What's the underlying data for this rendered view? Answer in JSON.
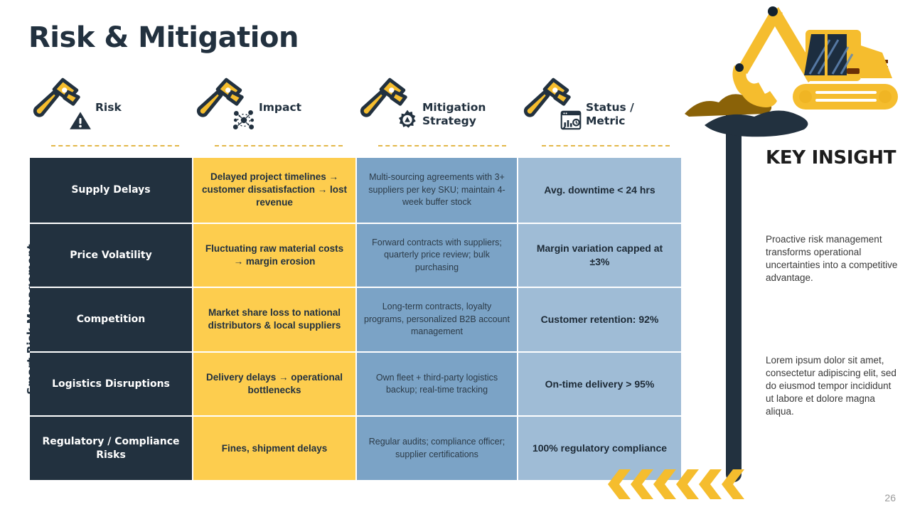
{
  "slide": {
    "title": "Risk & Mitigation",
    "side_label": "Smart Risk Management",
    "page_number": "26",
    "accent_yellow": "#fdcd4e",
    "accent_navy": "#22313f",
    "accent_blue_mid": "#7ba3c6",
    "accent_blue_light": "#9fbcd6"
  },
  "columns": [
    {
      "label": "Risk",
      "icon": "hammer-icon",
      "sub_icon": "warning-triangle-icon"
    },
    {
      "label": "Impact",
      "icon": "hammer-icon",
      "sub_icon": "network-nodes-icon"
    },
    {
      "label": "Mitigation\nStrategy",
      "icon": "hammer-icon",
      "sub_icon": "gear-warning-icon"
    },
    {
      "label": "Status /\nMetric",
      "icon": "hammer-icon",
      "sub_icon": "dashboard-chart-icon"
    }
  ],
  "column_labels": {
    "risk": "Risk",
    "impact": "Impact",
    "mitigation_line1": "Mitigation",
    "mitigation_line2": "Strategy",
    "status_line1": "Status /",
    "status_line2": "Metric"
  },
  "rows": [
    {
      "risk": "Supply Delays",
      "impact": "Delayed project timelines → customer dissatisfaction → lost revenue",
      "mitigation": "Multi-sourcing agreements with 3+ suppliers per key SKU; maintain 4-week buffer stock",
      "status": "Avg. downtime < 24 hrs"
    },
    {
      "risk": "Price Volatility",
      "impact": "Fluctuating raw material costs → margin erosion",
      "mitigation": "Forward contracts with suppliers; quarterly price review; bulk purchasing",
      "status": "Margin variation capped at ±3%"
    },
    {
      "risk": "Competition",
      "impact": "Market share loss to national distributors & local suppliers",
      "mitigation": "Long-term contracts, loyalty programs, personalized B2B account management",
      "status": "Customer retention: 92%"
    },
    {
      "risk": "Logistics Disruptions",
      "impact": "Delivery delays → operational bottlenecks",
      "mitigation": "Own fleet + third-party logistics backup; real-time tracking",
      "status": "On-time delivery > 95%"
    },
    {
      "risk": "Regulatory / Compliance Risks",
      "impact": "Fines, shipment delays",
      "mitigation": "Regular audits; compliance officer; supplier certifications",
      "status": "100% regulatory compliance"
    }
  ],
  "key_insight": {
    "title": "KEY INSIGHT",
    "body": "Proactive risk management transforms operational uncertainties into a competitive advantage.",
    "lorem": "Lorem ipsum dolor sit amet, consectetur adipiscing elit, sed do eiusmod tempor incididunt ut labore et dolore magna aliqua."
  },
  "decorations": {
    "illustration": "excavator-icon",
    "pillar": "drill-pillar-shape",
    "chevrons": "chevron-left-icons",
    "chevron_count": 6
  }
}
